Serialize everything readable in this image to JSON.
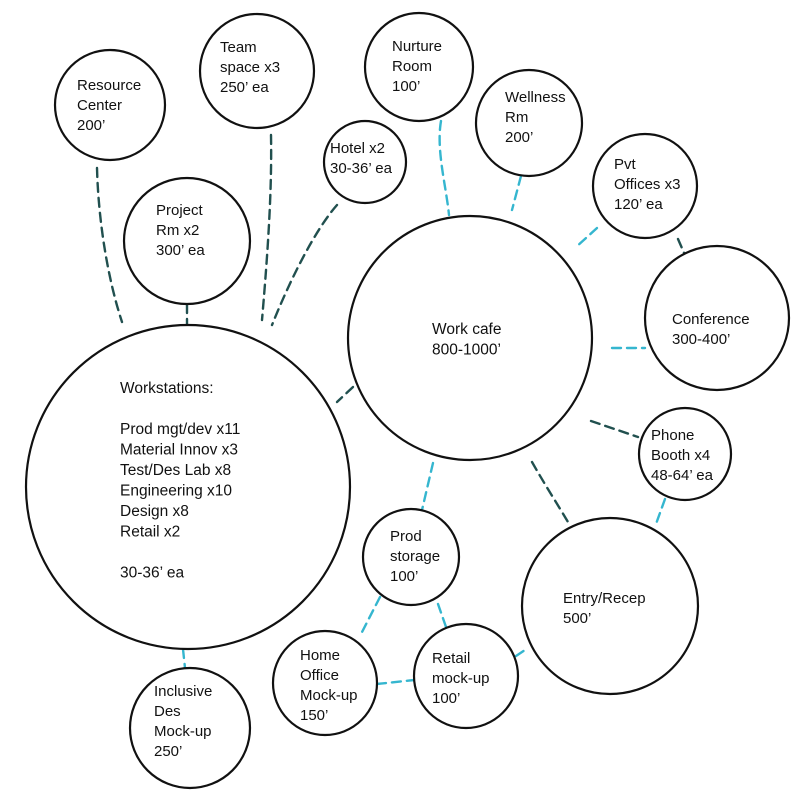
{
  "colors": {
    "dark_link": "#21504f",
    "light_link": "#35b6cf",
    "circle_stroke": "#111111",
    "text": "#111111"
  },
  "nodes": {
    "workstations": {
      "lines": [
        "Workstations:",
        "",
        "Prod mgt/dev x11",
        "Material Innov x3",
        "Test/Des Lab x8",
        "Engineering x10",
        "Design x8",
        "Retail x2",
        "",
        "30-36’ ea"
      ]
    },
    "work_cafe": {
      "lines": [
        "Work cafe",
        "800-1000’"
      ]
    },
    "resource_center": {
      "lines": [
        "Resource",
        "Center",
        "200’"
      ]
    },
    "team_space": {
      "lines": [
        "Team",
        "space x3",
        "250’ ea"
      ]
    },
    "nurture_room": {
      "lines": [
        "Nurture",
        "Room",
        "100’"
      ]
    },
    "wellness_rm": {
      "lines": [
        "Wellness",
        "Rm",
        "200’"
      ]
    },
    "hotel": {
      "lines": [
        "Hotel x2",
        "30-36’ ea"
      ]
    },
    "project_rm": {
      "lines": [
        "Project",
        "Rm x2",
        "300’ ea"
      ]
    },
    "pvt_offices": {
      "lines": [
        "Pvt",
        "Offices x3",
        "120’ ea"
      ]
    },
    "conference": {
      "lines": [
        "Conference",
        "300-400’"
      ]
    },
    "phone_booth": {
      "lines": [
        "Phone",
        "Booth x4",
        "48-64’ ea"
      ]
    },
    "entry_recep": {
      "lines": [
        "Entry/Recep",
        "500’"
      ]
    },
    "prod_storage": {
      "lines": [
        "Prod",
        "storage",
        "100’"
      ]
    },
    "home_office": {
      "lines": [
        "Home",
        "Office",
        "Mock-up",
        "150’"
      ]
    },
    "retail_mockup": {
      "lines": [
        "Retail",
        "mock-up",
        "100’"
      ]
    },
    "inclusive_des": {
      "lines": [
        "Inclusive",
        "Des",
        "Mock-up",
        "250’"
      ]
    }
  }
}
